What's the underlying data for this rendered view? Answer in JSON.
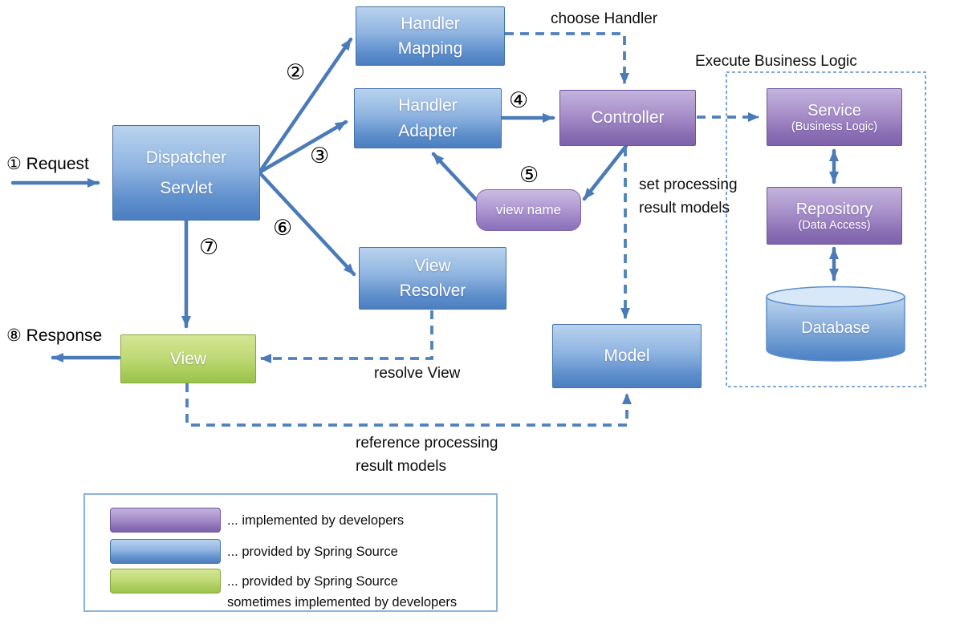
{
  "colors": {
    "spring_blue": "#4f81bd",
    "developer_purple": "#8064a2",
    "spring_green": "#9bbb59",
    "line": "#4f81bd"
  },
  "nodes": {
    "dispatcher_servlet": "Dispatcher\nServlet",
    "handler_mapping": "Handler\nMapping",
    "handler_adapter": "Handler\nAdapter",
    "controller": "Controller",
    "view_name": "view name",
    "view_resolver": "View\nResolver",
    "view": "View",
    "model": "Model",
    "service": "Service",
    "service_sub": "(Business Logic)",
    "repository": "Repository",
    "repository_sub": "(Data Access)",
    "database": "Database"
  },
  "steps": {
    "request": "① Request",
    "step2": "②",
    "step3": "③",
    "step4": "④",
    "step5": "⑤",
    "step6": "⑥",
    "step7": "⑦",
    "response": "⑧ Response"
  },
  "annotations": {
    "choose_handler": "choose Handler",
    "execute_business_logic": "Execute Business Logic",
    "set_processing_result_models": "set processing\nresult models",
    "resolve_view": "resolve View",
    "reference_processing_result_models": "reference processing\nresult models"
  },
  "legend": {
    "items": [
      {
        "swatch": "purple",
        "text": "... implemented by developers"
      },
      {
        "swatch": "blue",
        "text": "... provided by Spring Source"
      },
      {
        "swatch": "green",
        "text": "... provided by Spring Source\nsometimes implemented by developers"
      }
    ]
  }
}
